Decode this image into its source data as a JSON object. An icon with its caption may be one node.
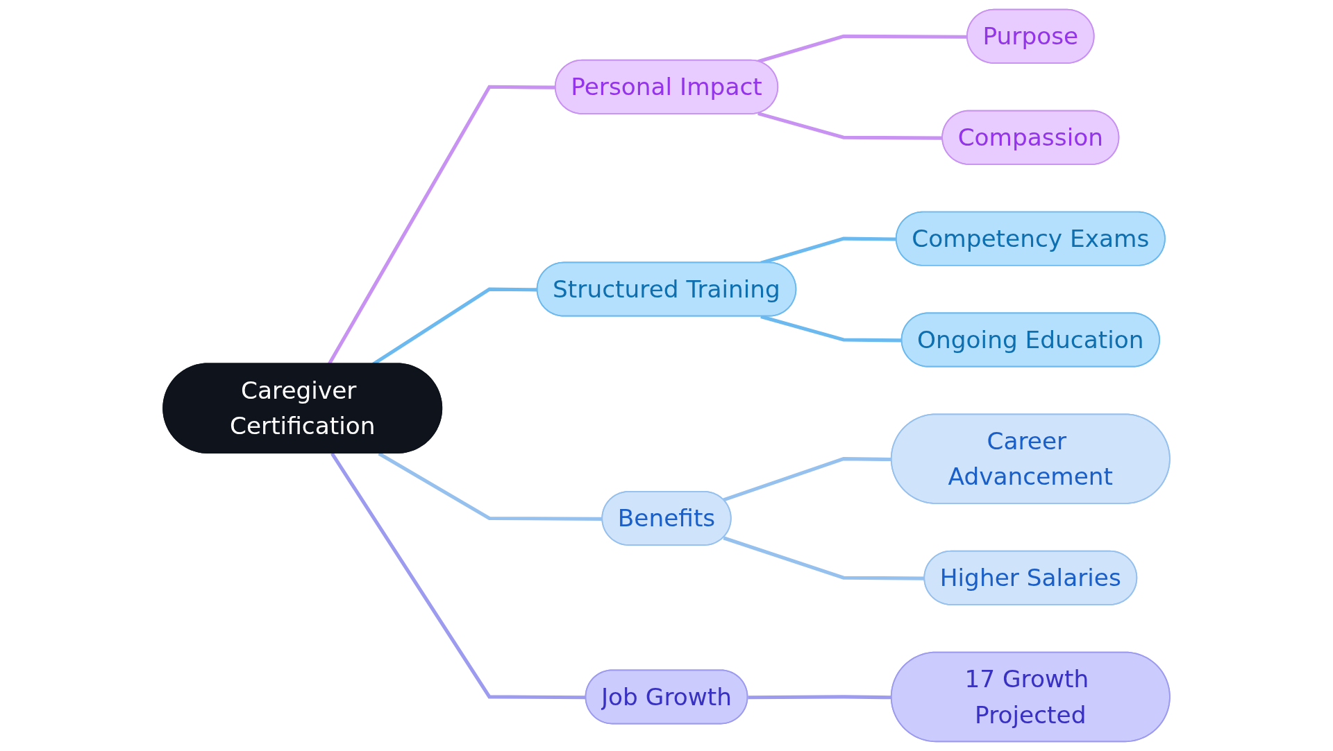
{
  "diagram": {
    "nodes": [
      {
        "text": [
          "Caregiver Certification"
        ]
      },
      {
        "text": [
          "Personal Impact"
        ]
      },
      {
        "text": [
          "Purpose"
        ]
      },
      {
        "text": [
          "Compassion"
        ]
      },
      {
        "text": [
          "Structured Training"
        ]
      },
      {
        "text": [
          "Competency Exams"
        ]
      },
      {
        "text": [
          "Ongoing Education"
        ]
      },
      {
        "text": [
          "Benefits"
        ]
      },
      {
        "text": [
          "Career Advancement"
        ]
      },
      {
        "text": [
          "Higher Salaries"
        ]
      },
      {
        "text": [
          "Job Growth"
        ]
      },
      {
        "text": [
          "17 Growth Projected"
        ]
      }
    ],
    "edges": [
      {
        "from": 0,
        "to": 1,
        "arrow": "none",
        "color": "#c892f2"
      },
      {
        "from": 1,
        "to": 2,
        "arrow": "none",
        "color": "#c892f2"
      },
      {
        "from": 1,
        "to": 3,
        "arrow": "none",
        "color": "#c892f2"
      },
      {
        "from": 0,
        "to": 4,
        "arrow": "none",
        "color": "#6cb9ef"
      },
      {
        "from": 4,
        "to": 5,
        "arrow": "none",
        "color": "#6cb9ef"
      },
      {
        "from": 4,
        "to": 6,
        "arrow": "none",
        "color": "#6cb9ef"
      },
      {
        "from": 0,
        "to": 7,
        "arrow": "none",
        "color": "#96c0ee"
      },
      {
        "from": 7,
        "to": 8,
        "arrow": "none",
        "color": "#96c0ee"
      },
      {
        "from": 7,
        "to": 9,
        "arrow": "none",
        "color": "#96c0ee"
      },
      {
        "from": 0,
        "to": 10,
        "arrow": "none",
        "color": "#9d9bf0"
      },
      {
        "from": 10,
        "to": 11,
        "arrow": "none",
        "color": "#9d9bf0"
      }
    ]
  }
}
